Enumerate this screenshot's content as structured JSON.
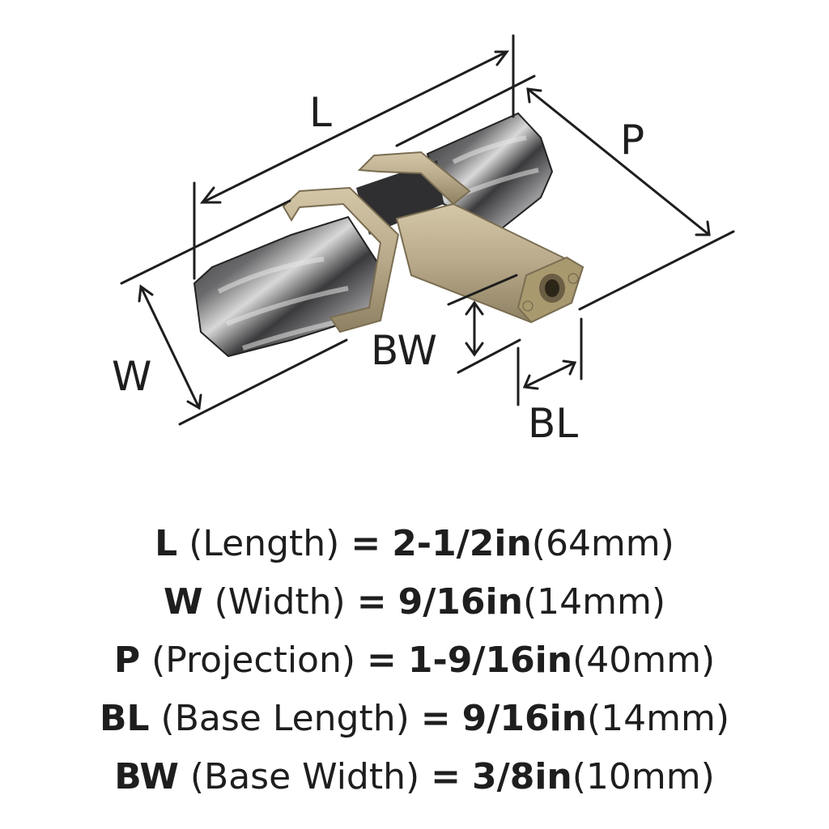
{
  "diagram": {
    "labels": {
      "L": "L",
      "P": "P",
      "W": "W",
      "BW": "BW",
      "BL": "BL"
    },
    "colors": {
      "line": "#1e1e1e",
      "brass": "#b8a98a",
      "brass_dark": "#8e8062",
      "marble_dark": "#3a3a3c",
      "marble_light": "#d8d8d8"
    }
  },
  "specs": [
    {
      "key": "L",
      "name": "(Length)",
      "imperial": "2-1/2in",
      "metric": "(64mm)"
    },
    {
      "key": "W",
      "name": "(Width)",
      "imperial": "9/16in",
      "metric": "(14mm)"
    },
    {
      "key": "P",
      "name": "(Projection)",
      "imperial": "1-9/16in",
      "metric": "(40mm)"
    },
    {
      "key": "BL",
      "name": "(Base Length)",
      "imperial": "9/16in",
      "metric": "(14mm)"
    },
    {
      "key": "BW",
      "name": "(Base Width)",
      "imperial": "3/8in",
      "metric": "(10mm)"
    }
  ]
}
